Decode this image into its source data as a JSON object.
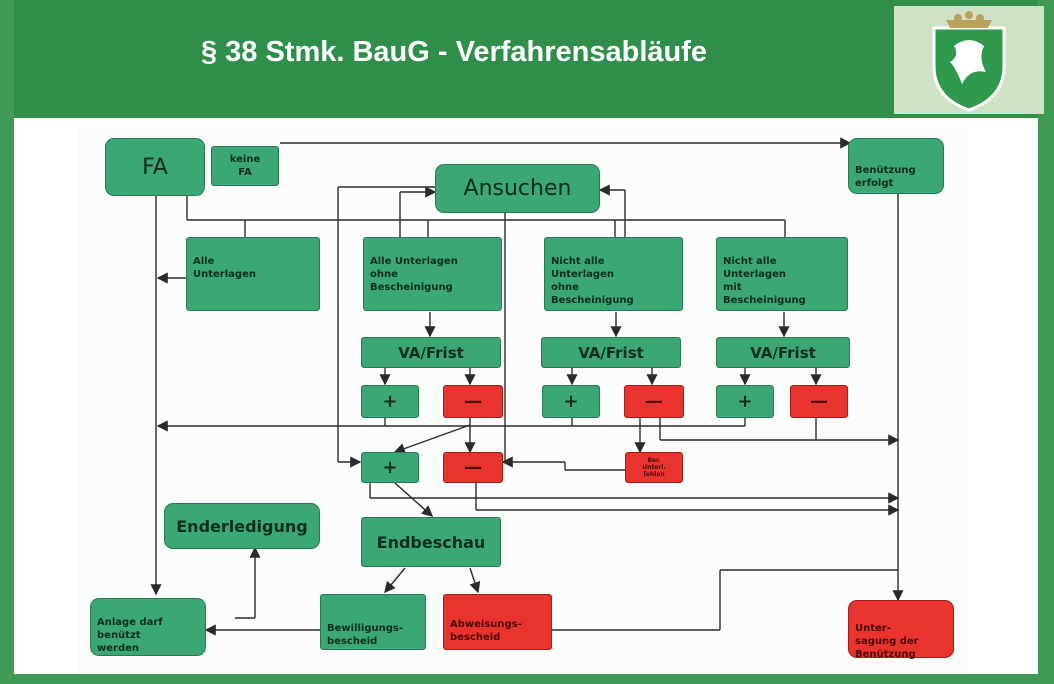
{
  "header": {
    "title": "§ 38 Stmk. BauG - Verfahrensabläufe"
  },
  "logo": {
    "name": "styria-coat-of-arms-icon"
  },
  "colors": {
    "green_box": "#3aa774",
    "red_box": "#e8332f",
    "header": "#2f8f4a"
  },
  "nodes": {
    "fa": "FA",
    "keine_fa": "keine\nFA",
    "ansuchen": "Ansuchen",
    "benuetzung": "Benützung\nerfolgt",
    "alle_unterlagen": "Alle\nUnterlagen",
    "ohne_bescheinigung": "Alle Unterlagen\nohne\nBescheinigung",
    "nicht_alle_ohne": "Nicht alle\nUnterlagen\nohne\nBescheinigung",
    "nicht_alle_mit": "Nicht alle\nUnterlagen\nmit\nBescheinigung",
    "va_frist_1": "VA/Frist",
    "va_frist_2": "VA/Frist",
    "va_frist_3": "VA/Frist",
    "plus_1": "+",
    "minus_1": "—",
    "plus_2": "+",
    "minus_2": "—",
    "plus_3": "+",
    "minus_3": "—",
    "plus_4": "+",
    "minus_4": "—",
    "small_red": "Ber.\nUnterl.\nfehlen",
    "enderledigung": "Enderledigung",
    "endbeschau": "Endbeschau",
    "anlage": "Anlage darf\nbenützt\nwerden",
    "bewilligung": "Bewilligungs-\nbescheid",
    "abweisung": "Abweisungs-\nbescheid",
    "untersagung": "Unter-\nsagung der\nBenützung"
  }
}
